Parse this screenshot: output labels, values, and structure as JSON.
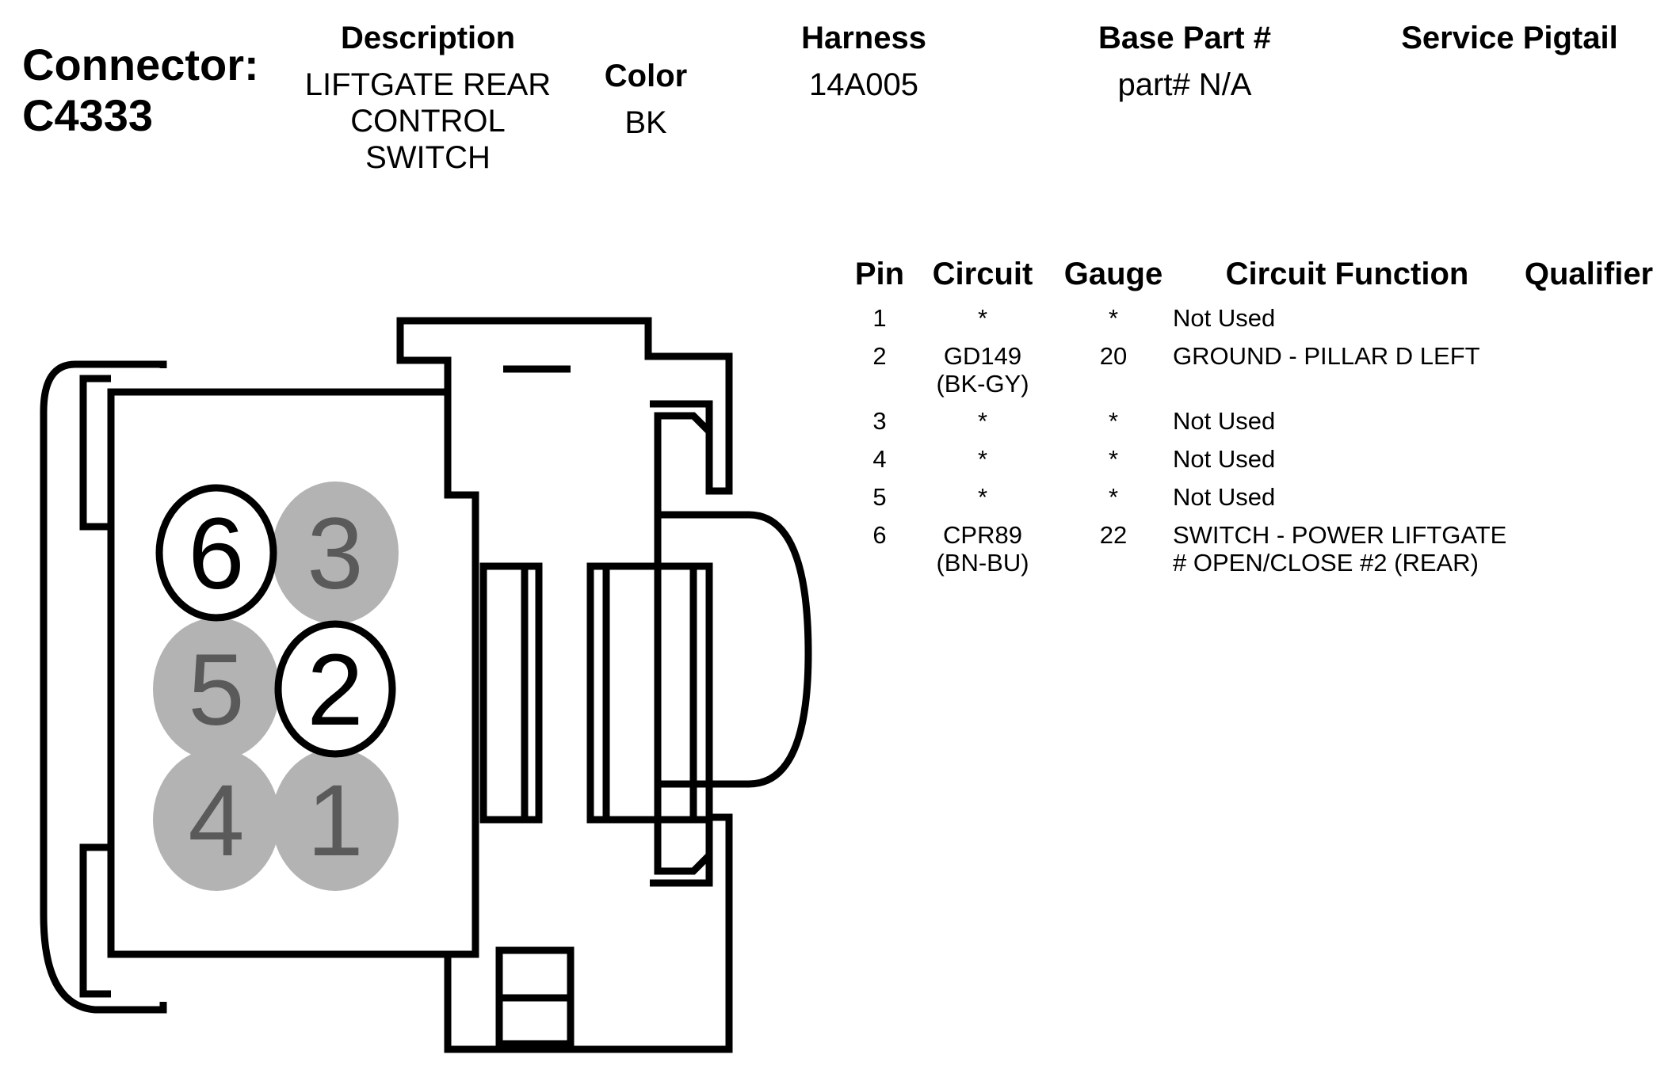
{
  "connector": {
    "label_line1": "Connector:",
    "label_line2": "C4333"
  },
  "header": {
    "description_label": "Description",
    "description_lines": [
      "LIFTGATE REAR",
      "CONTROL",
      "SWITCH"
    ],
    "color_label": "Color",
    "color_value": "BK",
    "harness_label": "Harness",
    "harness_value": "14A005",
    "base_part_label": "Base Part #",
    "base_part_value": "part# N/A",
    "service_pigtail_label": "Service Pigtail"
  },
  "table": {
    "columns": [
      "Pin",
      "Circuit",
      "Gauge",
      "Circuit Function",
      "Qualifier"
    ],
    "rows": [
      {
        "pin": "1",
        "circuit": [
          "*"
        ],
        "gauge": "*",
        "function": [
          "Not Used"
        ]
      },
      {
        "pin": "2",
        "circuit": [
          "GD149",
          "(BK-GY)"
        ],
        "gauge": "20",
        "function": [
          "GROUND - PILLAR D LEFT"
        ]
      },
      {
        "pin": "3",
        "circuit": [
          "*"
        ],
        "gauge": "*",
        "function": [
          "Not Used"
        ]
      },
      {
        "pin": "4",
        "circuit": [
          "*"
        ],
        "gauge": "*",
        "function": [
          "Not Used"
        ]
      },
      {
        "pin": "5",
        "circuit": [
          "*"
        ],
        "gauge": "*",
        "function": [
          "Not Used"
        ]
      },
      {
        "pin": "6",
        "circuit": [
          "CPR89",
          "(BN-BU)"
        ],
        "gauge": "22",
        "function": [
          "SWITCH - POWER LIFTGATE",
          "# OPEN/CLOSE #2 (REAR)"
        ]
      }
    ]
  },
  "diagram": {
    "pins": [
      {
        "number": "6",
        "used": true
      },
      {
        "number": "3",
        "used": false
      },
      {
        "number": "5",
        "used": false
      },
      {
        "number": "2",
        "used": true
      },
      {
        "number": "4",
        "used": false
      },
      {
        "number": "1",
        "used": false
      }
    ],
    "colors": {
      "outline": "#000000",
      "unused_pin_fill": "#b3b3b3",
      "unused_pin_text": "#5a5a5a",
      "used_pin_fill": "#ffffff",
      "used_pin_text": "#000000"
    }
  }
}
